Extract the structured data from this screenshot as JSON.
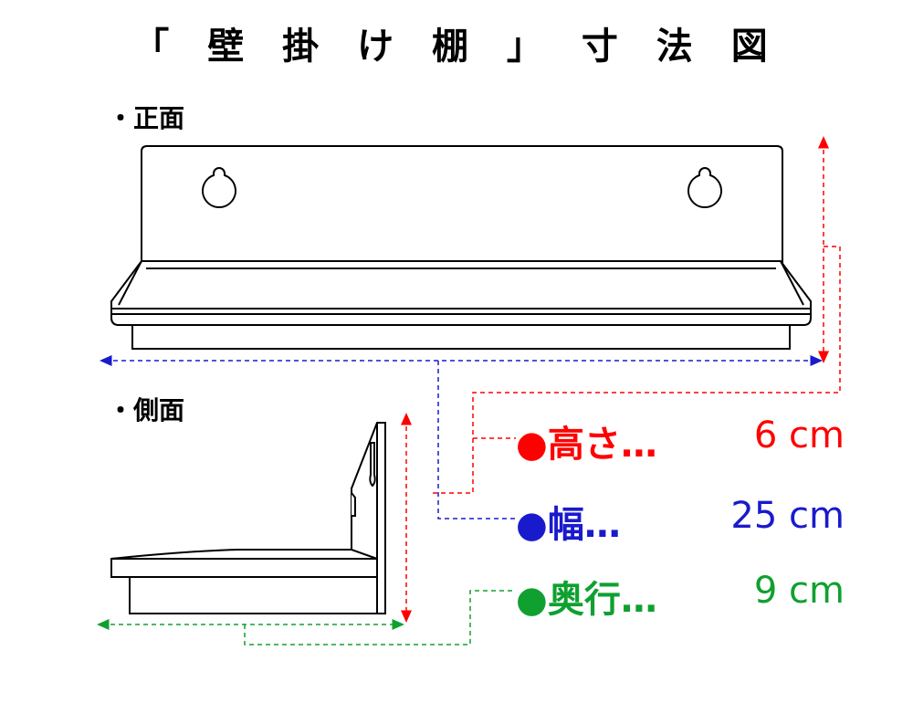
{
  "title": "「 壁 掛 け 棚 」 寸 法 図",
  "views": {
    "front_label": "・正面",
    "side_label": "・側面"
  },
  "legend": [
    {
      "name": "●高さ…",
      "value": "6  cm",
      "color": "#ff0000"
    },
    {
      "name": "●幅…",
      "value": "25  cm",
      "color": "#1a1acd"
    },
    {
      "name": "●奥行…",
      "value": "9  cm",
      "color": "#10a030"
    }
  ],
  "colors": {
    "height": "#ff0000",
    "width": "#1a1acd",
    "depth": "#10a030",
    "outline": "#000000"
  }
}
